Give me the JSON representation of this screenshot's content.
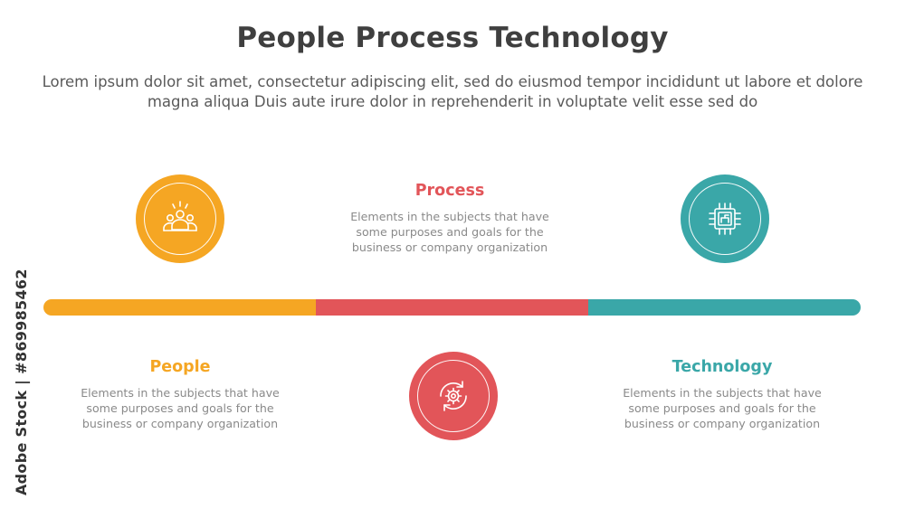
{
  "header": {
    "title": "People Process Technology",
    "subtitle": "Lorem ipsum dolor sit amet, consectetur adipiscing elit, sed do eiusmod tempor incididunt ut labore et dolore magna aliqua Duis aute irure dolor in reprehenderit in voluptate velit esse sed do"
  },
  "steps": [
    {
      "title": "People",
      "description": "Elements in the subjects that have some purposes and goals for the business or company organization",
      "icon": "people-group-icon",
      "color": "#F5A623"
    },
    {
      "title": "Process",
      "description": "Elements in the subjects that have some purposes and goals for the business or company organization",
      "icon": "gear-cycle-icon",
      "color": "#E25559"
    },
    {
      "title": "Technology",
      "description": "Elements in the subjects that have some purposes and goals for the business or company organization",
      "icon": "microchip-icon",
      "color": "#3AA7A8"
    }
  ],
  "watermark": {
    "side_text": "Adobe Stock | #869985462"
  }
}
